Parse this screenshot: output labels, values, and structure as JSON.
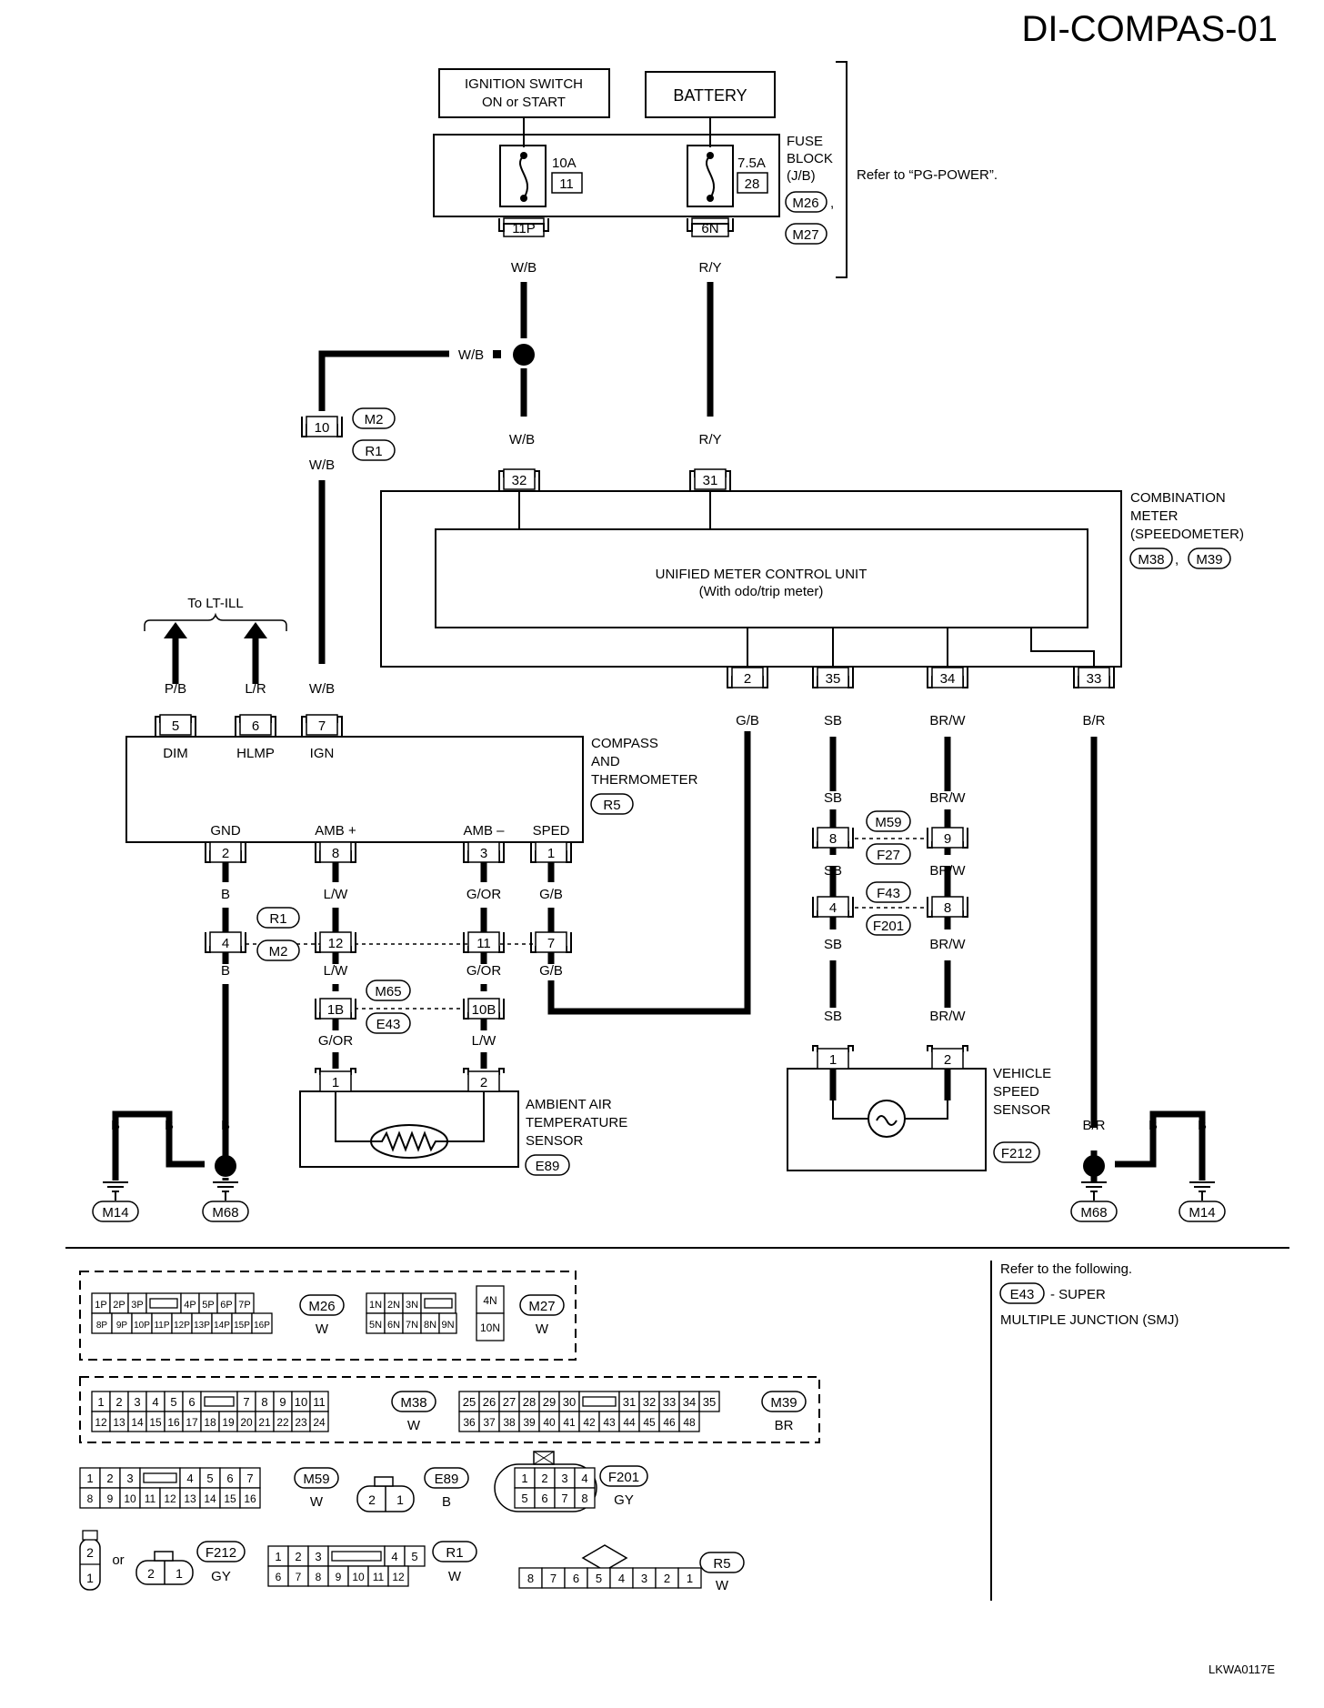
{
  "title": "DI-COMPAS-01",
  "figure_code": "LKWA0117E",
  "power": {
    "ignition_line1": "IGNITION SWITCH",
    "ignition_line2": "ON or START",
    "battery": "BATTERY",
    "fuse1_amp": "10A",
    "fuse1_num": "11",
    "fuse2_amp": "7.5A",
    "fuse2_num": "28",
    "fuse_block_line1": "FUSE",
    "fuse_block_line2": "BLOCK",
    "fuse_block_line3": "(J/B)",
    "fb_conn1": "M26",
    "fb_comma": ",",
    "fb_conn2": "M27",
    "refer": "Refer to “PG-POWER”.",
    "term1": "11P",
    "term2": "6N"
  },
  "wires": {
    "wb": "W/B",
    "ry": "R/Y",
    "pb": "P/B",
    "lr": "L/R",
    "gb": "G/B",
    "sb": "SB",
    "brw": "BR/W",
    "br": "B/R",
    "b": "B",
    "lw": "L/W",
    "gor": "G/OR"
  },
  "joint": {
    "pin": "10",
    "conn1": "M2",
    "conn2": "R1"
  },
  "combo_meter": {
    "name_line1": "COMBINATION",
    "name_line2": "METER",
    "name_line3": "(SPEEDOMETER)",
    "conn1": "M38",
    "comma": ",",
    "conn2": "M39",
    "unit_line1": "UNIFIED METER CONTROL UNIT",
    "unit_line2": "(With odo/trip meter)",
    "pin_wb": "32",
    "pin_ry": "31",
    "pin_gb": "2",
    "pin_sb": "35",
    "pin_brw": "34",
    "pin_br": "33"
  },
  "lt_ill": "To LT-ILL",
  "compass": {
    "name_line1": "COMPASS",
    "name_line2": "AND",
    "name_line3": "THERMOMETER",
    "conn": "R5",
    "pin5": "5",
    "pin6": "6",
    "pin7": "7",
    "dim": "DIM",
    "hlmp": "HLMP",
    "ign": "IGN",
    "gnd": "GND",
    "amb_plus": "AMB +",
    "amb_minus": "AMB –",
    "sped": "SPED",
    "pin_gnd": "2",
    "pin_ambp": "8",
    "pin_ambm": "3",
    "pin_sped": "1"
  },
  "joints": {
    "r1_b": "4",
    "r1_lw": "12",
    "r1_gor": "11",
    "r1_gb": "7",
    "r1_label": "R1",
    "m2_label": "M2",
    "m65_lw": "1B",
    "m65_gor": "10B",
    "m65_label": "M65",
    "e43_label": "E43",
    "m59_sb": "8",
    "m59_brw": "9",
    "m59_label": "M59",
    "f27_label": "F27",
    "f43_sb": "4",
    "f43_brw": "8",
    "f43_label": "F43",
    "f201_label": "F201"
  },
  "ambient": {
    "line1": "AMBIENT AIR",
    "line2": "TEMPERATURE",
    "line3": "SENSOR",
    "conn": "E89",
    "pin1": "1",
    "pin2": "2"
  },
  "vss": {
    "line1": "VEHICLE",
    "line2": "SPEED",
    "line3": "SENSOR",
    "conn": "F212",
    "pin1": "1",
    "pin2": "2"
  },
  "grounds": {
    "m14": "M14",
    "m68": "M68"
  },
  "smj_note": {
    "line1": "Refer to the following.",
    "conn": "E43",
    "line2": "- SUPER",
    "line3": "MULTIPLE JUNCTION (SMJ)"
  },
  "connectors": {
    "m26": {
      "id": "M26",
      "color": "W",
      "top": [
        "1P",
        "2P",
        "3P",
        "",
        "4P",
        "5P",
        "6P",
        "7P"
      ],
      "bottom": [
        "8P",
        "9P",
        "10P",
        "11P",
        "12P",
        "13P",
        "14P",
        "15P",
        "16P"
      ]
    },
    "m27": {
      "id": "M27",
      "color": "W",
      "top": [
        "1N",
        "2N",
        "3N",
        ""
      ],
      "bottom": [
        "5N",
        "6N",
        "7N",
        "8N",
        "9N"
      ],
      "side_top": "4N",
      "side_bottom": "10N"
    },
    "m38": {
      "id": "M38",
      "color": "W",
      "top": [
        "1",
        "2",
        "3",
        "4",
        "5",
        "6",
        "",
        "7",
        "8",
        "9",
        "10",
        "11"
      ],
      "bottom": [
        "12",
        "13",
        "14",
        "15",
        "16",
        "17",
        "18",
        "19",
        "20",
        "21",
        "22",
        "23",
        "24"
      ]
    },
    "m39": {
      "id": "M39",
      "color": "BR",
      "top": [
        "25",
        "26",
        "27",
        "28",
        "29",
        "30",
        "",
        "31",
        "32",
        "33",
        "34",
        "35"
      ],
      "bottom": [
        "36",
        "37",
        "38",
        "39",
        "40",
        "41",
        "42",
        "43",
        "44",
        "45",
        "46",
        "48"
      ]
    },
    "m59": {
      "id": "M59",
      "color": "W",
      "top": [
        "1",
        "2",
        "3",
        "",
        "4",
        "5",
        "6",
        "7"
      ],
      "bottom": [
        "8",
        "9",
        "10",
        "11",
        "12",
        "13",
        "14",
        "15",
        "16"
      ]
    },
    "e89": {
      "id": "E89",
      "color": "B",
      "pins": [
        "2",
        "1"
      ]
    },
    "f201": {
      "id": "F201",
      "color": "GY",
      "top": [
        "1",
        "2",
        "3",
        "4"
      ],
      "bottom": [
        "5",
        "6",
        "7",
        "8"
      ]
    },
    "f212": {
      "id": "F212",
      "color": "GY",
      "v_pins": [
        "2",
        "1"
      ],
      "or": "or",
      "h_pins": [
        "2",
        "1"
      ]
    },
    "r1": {
      "id": "R1",
      "color": "W",
      "top": [
        "1",
        "2",
        "3",
        "",
        "4",
        "5"
      ],
      "bottom": [
        "6",
        "7",
        "8",
        "9",
        "10",
        "11",
        "12"
      ]
    },
    "r5": {
      "id": "R5",
      "color": "W",
      "pins": [
        "8",
        "7",
        "6",
        "5",
        "4",
        "3",
        "2",
        "1"
      ]
    }
  }
}
